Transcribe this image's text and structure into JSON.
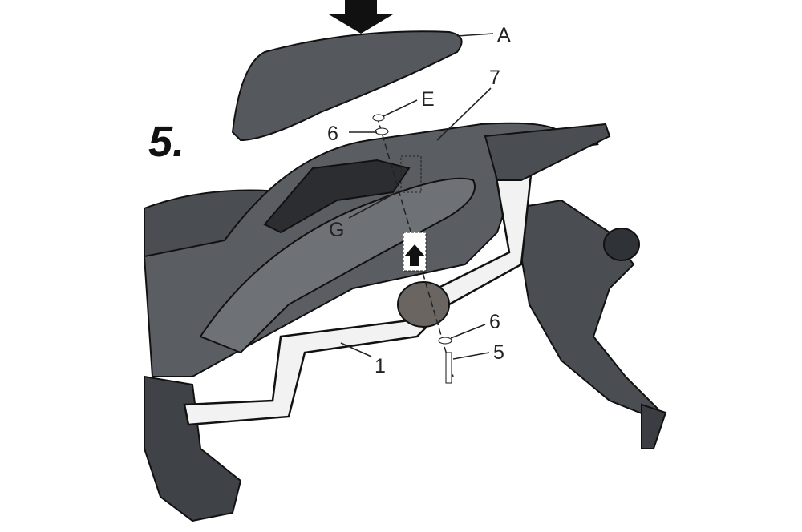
{
  "diagram": {
    "step_number": "5.",
    "callouts": [
      {
        "id": "A",
        "text": "A"
      },
      {
        "id": "7",
        "text": "7"
      },
      {
        "id": "E",
        "text": "E"
      },
      {
        "id": "6-top",
        "text": "6"
      },
      {
        "id": "G",
        "text": "G"
      },
      {
        "id": "6-bottom",
        "text": "6"
      },
      {
        "id": "5",
        "text": "5"
      },
      {
        "id": "1",
        "text": "1"
      }
    ],
    "colors": {
      "body": "#5a5e63",
      "dark": "#3a3d41",
      "frame": "#f2f2f2",
      "outline": "#1a1a1a"
    }
  }
}
